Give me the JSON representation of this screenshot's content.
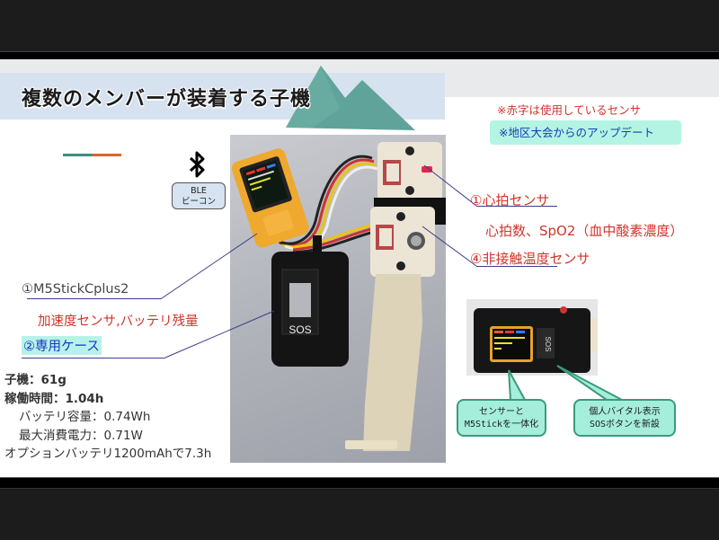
{
  "slide": {
    "title": "複数のメンバーが装着する子機",
    "notes": {
      "red_sensor_note": "※赤字は使用しているセンサ",
      "update_note": "※地区大会からのアップデート"
    },
    "ble": {
      "icon": "bluetooth-icon",
      "line1": "BLE",
      "line2": "ビーコン"
    },
    "labels": {
      "m5stick": "①M5StickCplus2",
      "m5stick_sensors": "加速度センサ,バッテリ残量",
      "case": "②専用ケース",
      "heart_rate_sensor": "①心拍センサ",
      "heart_rate_desc": "心拍数、SpO2（血中酸素濃度）",
      "temp_sensor": "④非接触温度センサ"
    },
    "photo": {
      "case_sos_label": "SOS"
    },
    "specs": [
      {
        "text": "子機：61g",
        "bold": true
      },
      {
        "text": "稼働時間：1.04h",
        "bold": true
      },
      {
        "text": "バッテリ容量：0.74Wh",
        "bold": false,
        "indent": true
      },
      {
        "text": "最大消費電力：0.71W",
        "bold": false,
        "indent": true
      },
      {
        "text": "オプションバッテリ1200mAhで7.3h",
        "bold": false
      }
    ],
    "callouts": [
      {
        "line1": "センサーと",
        "line2": "M5Stickを一体化"
      },
      {
        "line1": "個人バイタル表示",
        "line2": "SOSボタンを新設"
      }
    ],
    "colors": {
      "accent_teal": "#3e8f80",
      "accent_orange": "#d9662a",
      "sensor_red": "#d0352a",
      "update_blue": "#1a3cb0",
      "callout_mint": "#a5eedb",
      "mountain": "#5fa39a"
    }
  }
}
